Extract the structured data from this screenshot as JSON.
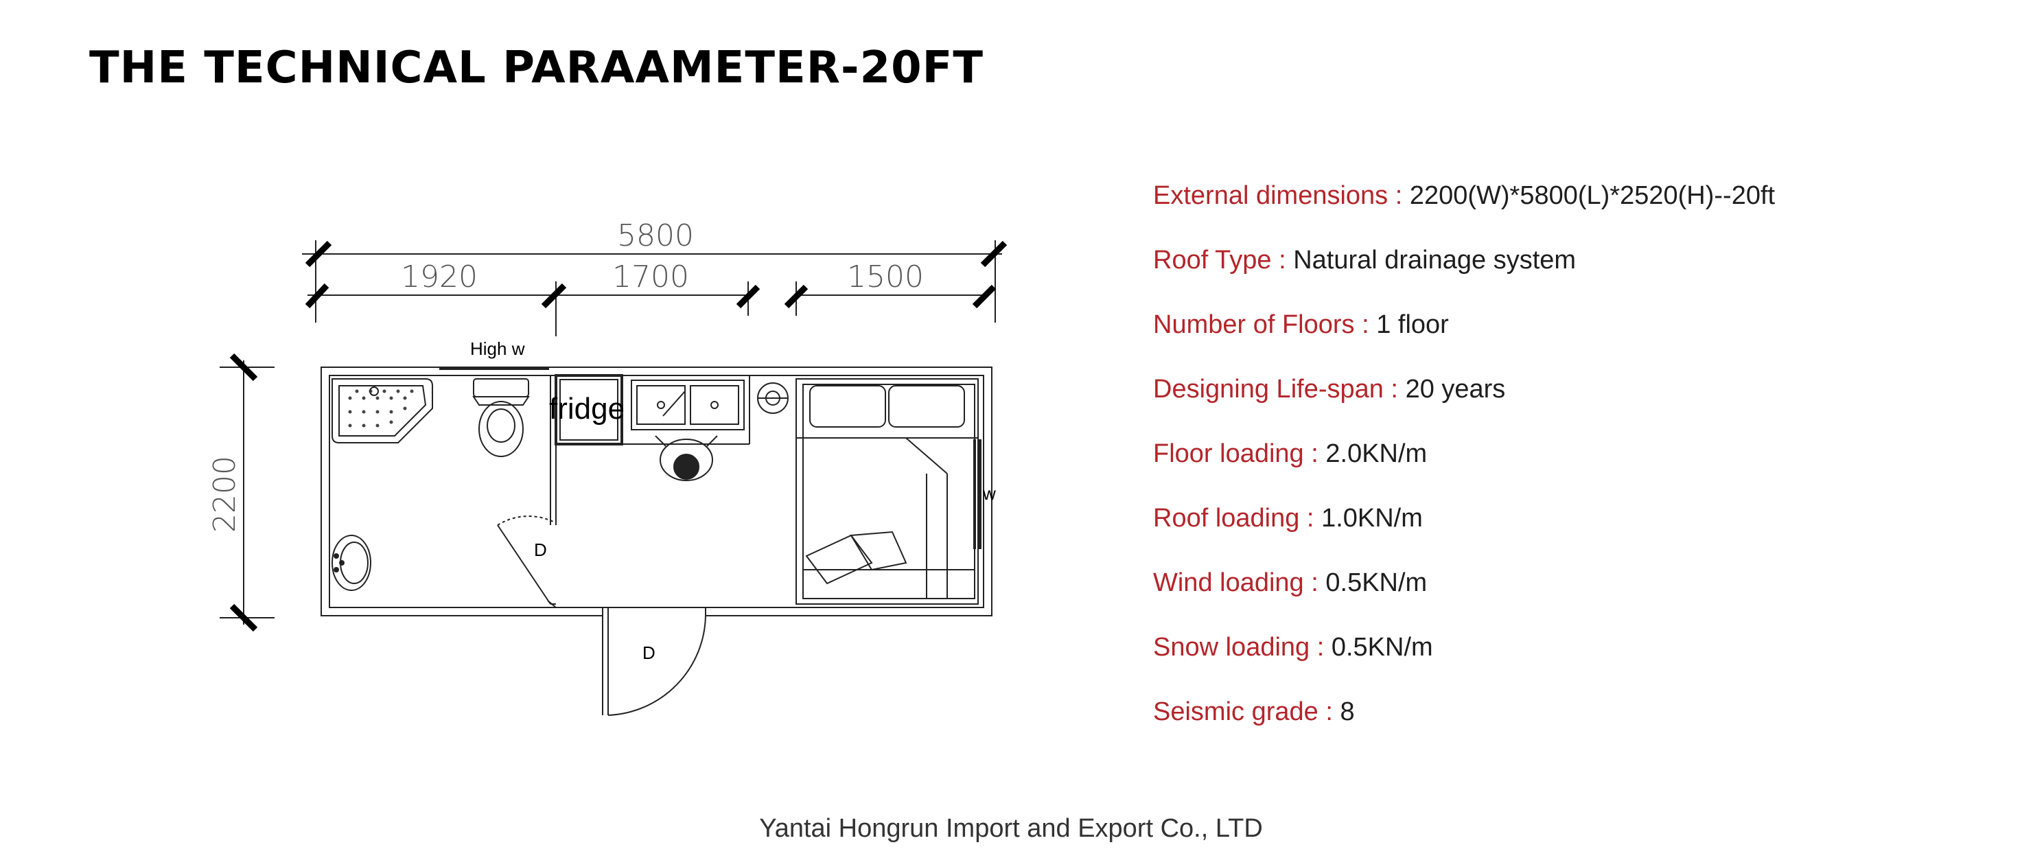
{
  "page": {
    "title": "THE TECHNICAL PARAAMETER-20FT",
    "footer": "Yantai Hongrun Import and Export Co., LTD"
  },
  "floor_plan": {
    "dimensions": {
      "total_length": "5800",
      "segment_1": "1920",
      "segment_2": "1700",
      "segment_3": "1500",
      "width": "2200"
    },
    "labels": {
      "high_window": "High w",
      "fridge": "fridge",
      "door_inner": "D",
      "door_main": "D",
      "window": "w"
    }
  },
  "parameters": [
    {
      "label": "External dimensions : ",
      "value": "2200(W)*5800(L)*2520(H)--20ft"
    },
    {
      "label": "Roof Type : ",
      "value": "Natural drainage system"
    },
    {
      "label": "Number of Floors : ",
      "value": "1 floor"
    },
    {
      "label": "Designing Life-span : ",
      "value": "20 years"
    },
    {
      "label": "Floor loading : ",
      "value": "2.0KN/m"
    },
    {
      "label": "Roof loading : ",
      "value": "1.0KN/m"
    },
    {
      "label": "Wind loading : ",
      "value": "0.5KN/m"
    },
    {
      "label": "Snow loading : ",
      "value": "0.5KN/m"
    },
    {
      "label": "Seismic grade : ",
      "value": "8"
    }
  ],
  "colors": {
    "label_red": "#b3252a",
    "value_dark": "#1e1e1e",
    "line": "#222222"
  }
}
